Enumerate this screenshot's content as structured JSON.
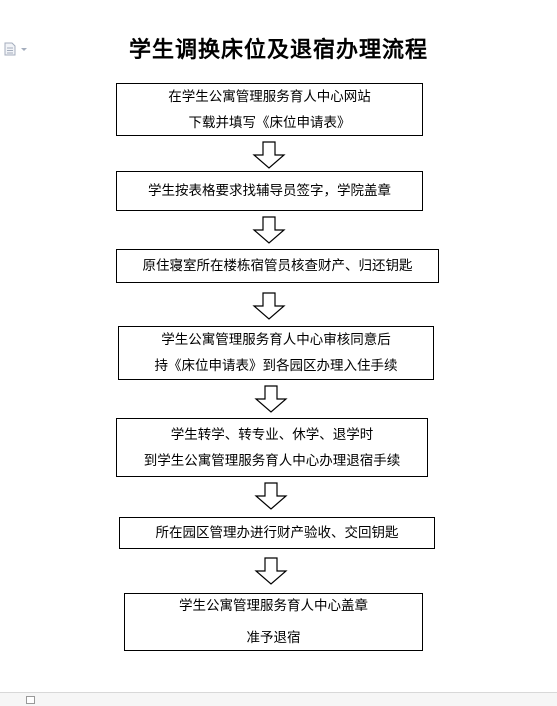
{
  "title": "学生调换床位及退宿办理流程",
  "steps": [
    {
      "lines": [
        "在学生公寓管理服务育人中心网站",
        "下载并填写《床位申请表》"
      ]
    },
    {
      "lines": [
        "学生按表格要求找辅导员签字，学院盖章"
      ]
    },
    {
      "lines": [
        "原住寝室所在楼栋宿管员核查财产、归还钥匙"
      ]
    },
    {
      "lines": [
        "学生公寓管理服务育人中心审核同意后",
        "持《床位申请表》到各园区办理入住手续"
      ]
    },
    {
      "lines": [
        "学生转学、转专业、休学、退学时",
        "到学生公寓管理服务育人中心办理退宿手续"
      ]
    },
    {
      "lines": [
        "所在园区管理办进行财产验收、交回钥匙"
      ]
    },
    {
      "lines": [
        "学生公寓管理服务育人中心盖章",
        "准予退宿"
      ]
    }
  ],
  "icons": {
    "document": "document-icon",
    "dropdown": "dropdown-caret-icon",
    "arrow": "down-arrow-icon",
    "page": "page-icon"
  }
}
